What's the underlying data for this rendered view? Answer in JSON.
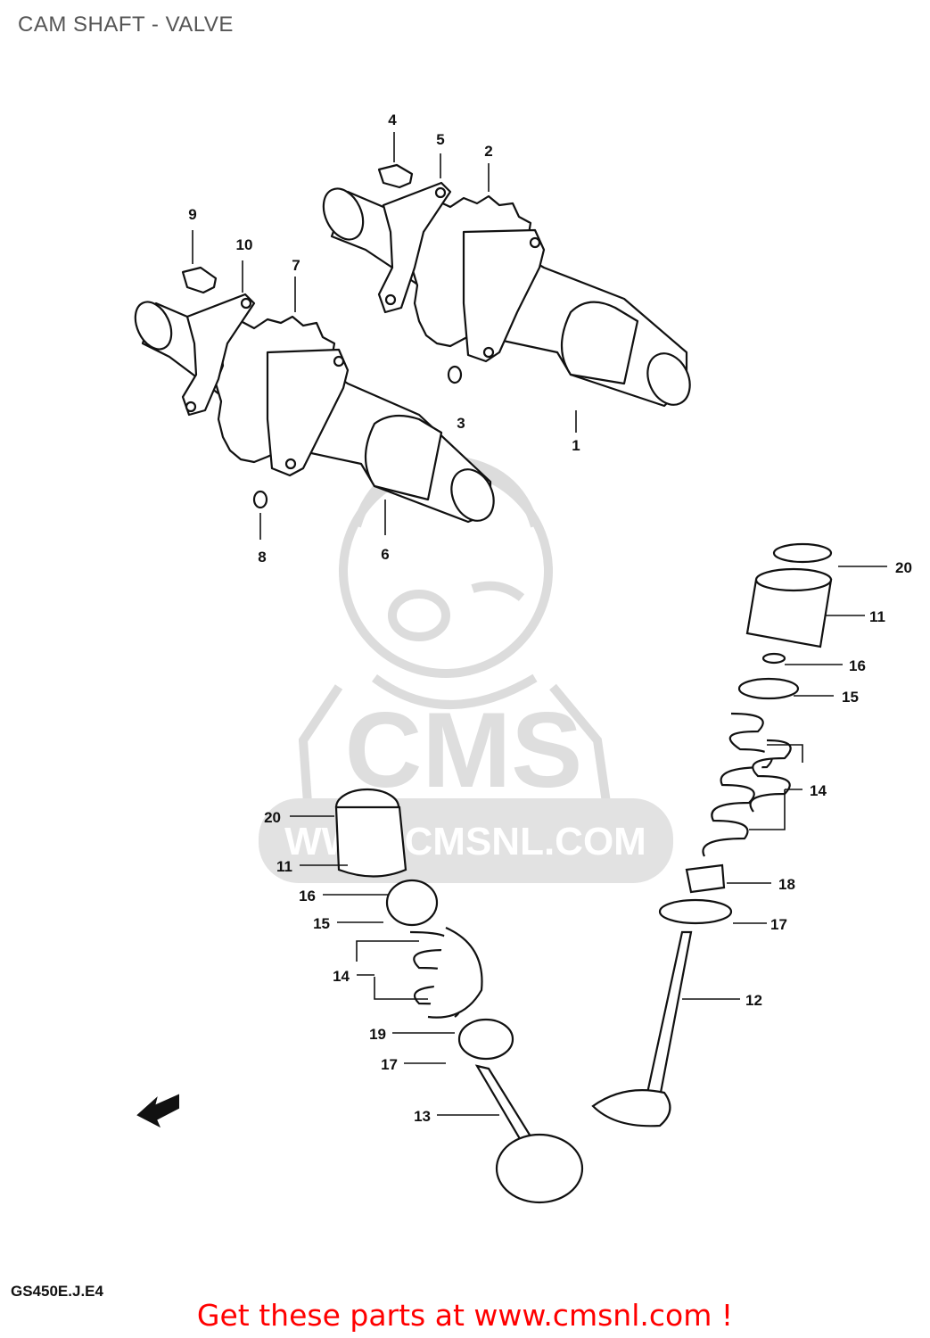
{
  "header": {
    "title": "CAM SHAFT - VALVE"
  },
  "watermark": {
    "brand": "CMS",
    "url": "WWW.CMSNL.COM",
    "color": "#d9d9d9"
  },
  "parts": {
    "p1": "1",
    "p2": "2",
    "p3": "3",
    "p4": "4",
    "p5": "5",
    "p6": "6",
    "p7": "7",
    "p8": "8",
    "p9": "9",
    "p10": "10",
    "p11": "11",
    "p12": "12",
    "p13": "13",
    "p14": "14",
    "p15": "15",
    "p16": "16",
    "p17": "17",
    "p18": "18",
    "p19": "19",
    "p20": "20"
  },
  "footer": {
    "model_code": "GS450E.J.E4",
    "cta_text": "Get these parts at www.cmsnl.com !",
    "cta_color": "#ff0000"
  }
}
